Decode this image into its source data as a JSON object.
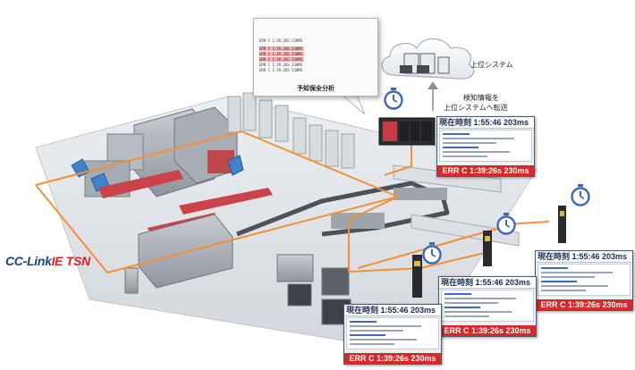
{
  "logo": {
    "part_a": "CC-Link",
    "part_b": "IE TSN"
  },
  "predictive_card": {
    "log_lines": [
      "ERR C 1:39.26S 230MS",
      "ERR C 1:39.26S 230MS",
      "ERR C 1:39.26S 230MS",
      "ERR C 1:39.26S 230MS",
      "ERR C 1:39.26S 230MS",
      "ERR C 1:39.26S 230MS"
    ],
    "caption": "予知保全分析"
  },
  "upper_system": {
    "label": "上位システム",
    "arrow_label_line1": "検知情報を",
    "arrow_label_line2": "上位システムへ転送"
  },
  "monitors": [
    {
      "time_text": "現在時刻 1:55:46 203ms",
      "error_text": "ERR C 1:39:26s 230ms"
    },
    {
      "time_text": "現在時刻 1:55:46 203ms",
      "error_text": "ERR C 1:39:26s 230ms"
    },
    {
      "time_text": "現在時刻 1:55:46 203ms",
      "error_text": "ERR C 1:39:26s 230ms"
    },
    {
      "time_text": "現在時刻 1:55:46 203ms",
      "error_text": "ERR C 1:39:26s 230ms"
    }
  ],
  "colors": {
    "network_line": "#f0913a",
    "error_bar": "#d8282a",
    "logo_blue": "#1d3f8f",
    "logo_red": "#e11f26",
    "stopwatch": "#3d6ab0"
  },
  "icons": [
    "stopwatch-icon",
    "cloud-icon",
    "server-icon",
    "arrow-up-icon",
    "controller-device-icon"
  ]
}
